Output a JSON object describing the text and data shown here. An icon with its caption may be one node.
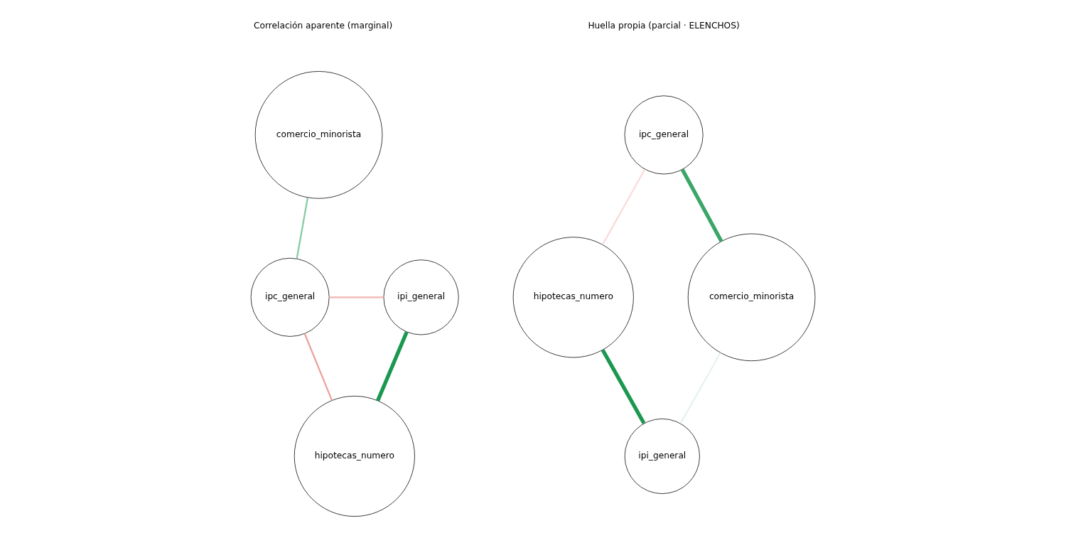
{
  "diagram": {
    "nodes": [
      {
        "text": [
          "comercio_minorista"
        ]
      },
      {
        "text": [
          "ipc_general"
        ]
      },
      {
        "text": [
          "ipi_general"
        ]
      },
      {
        "text": [
          "hipotecas_numero"
        ]
      },
      {
        "text": [
          "ipc_general"
        ]
      },
      {
        "text": [
          "comercio_minorista"
        ]
      },
      {
        "text": [
          "hipotecas_numero"
        ]
      },
      {
        "text": [
          "ipi_general"
        ]
      }
    ],
    "edges": [
      {
        "from": 0,
        "to": 1,
        "arrow": "none",
        "color": "#86cba3"
      },
      {
        "from": 1,
        "to": 2,
        "arrow": "none",
        "color": "#f0b4b0"
      },
      {
        "from": 1,
        "to": 3,
        "arrow": "none",
        "color": "#eaa29c"
      },
      {
        "from": 2,
        "to": 3,
        "arrow": "none",
        "style": "thick",
        "color": "#1a9850"
      },
      {
        "from": 4,
        "to": 5,
        "arrow": "none",
        "style": "thick",
        "color": "#3aa667"
      },
      {
        "from": 4,
        "to": 6,
        "arrow": "none",
        "color": "#f9dcdc"
      },
      {
        "from": 6,
        "to": 7,
        "arrow": "none",
        "style": "thick",
        "color": "#1a9850"
      },
      {
        "from": 5,
        "to": 7,
        "arrow": "none",
        "color": "#e6f4ea"
      }
    ],
    "labels": [
      "Correlación aparente (marginal)",
      "Huella propia (parcial · ELENCHOS)"
    ]
  }
}
